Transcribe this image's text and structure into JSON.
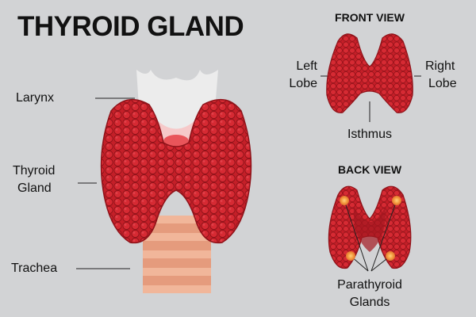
{
  "title": "THYROID GLAND",
  "main_labels": {
    "larynx": "Larynx",
    "thyroid_line1": "Thyroid",
    "thyroid_line2": "Gland",
    "trachea": "Trachea"
  },
  "front_view": {
    "title": "FRONT VIEW",
    "left_line1": "Left",
    "left_line2": "Lobe",
    "right_line1": "Right",
    "right_line2": "Lobe",
    "isthmus": "Isthmus"
  },
  "back_view": {
    "title": "BACK VIEW",
    "para_line1": "Parathyroid",
    "para_line2": "Glands"
  },
  "colors": {
    "background": "#d2d3d5",
    "gland": "#c8232c",
    "gland_dark": "#8e1219",
    "parathyroid": "#f6a04a",
    "trachea": "#f1b69a",
    "larynx": "#ececec"
  }
}
